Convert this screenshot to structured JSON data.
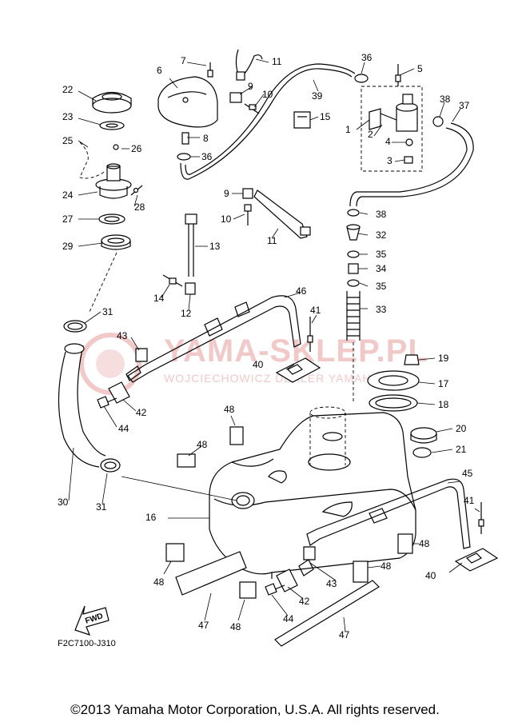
{
  "diagram": {
    "code": "F2C7100-J310",
    "fwd_label": "FWD",
    "watermark": {
      "main": "YAMA-SKLEP.PL",
      "sub": "WOJCIECHOWICZ DEALER YAMAHA"
    },
    "callouts": [
      "1",
      "2",
      "3",
      "4",
      "5",
      "6",
      "7",
      "8",
      "9",
      "9",
      "10",
      "10",
      "11",
      "11",
      "12",
      "13",
      "14",
      "15",
      "16",
      "17",
      "18",
      "19",
      "20",
      "21",
      "22",
      "23",
      "24",
      "25",
      "26",
      "27",
      "28",
      "29",
      "30",
      "31",
      "31",
      "32",
      "33",
      "34",
      "35",
      "35",
      "36",
      "36",
      "37",
      "38",
      "38",
      "39",
      "40",
      "40",
      "41",
      "41",
      "42",
      "42",
      "43",
      "43",
      "44",
      "44",
      "45",
      "46",
      "47",
      "47",
      "48",
      "48",
      "48",
      "48",
      "48",
      "48",
      "48",
      "48"
    ]
  },
  "footer": {
    "copyright": "©2013 Yamaha Motor Corporation, U.S.A. All rights reserved."
  }
}
